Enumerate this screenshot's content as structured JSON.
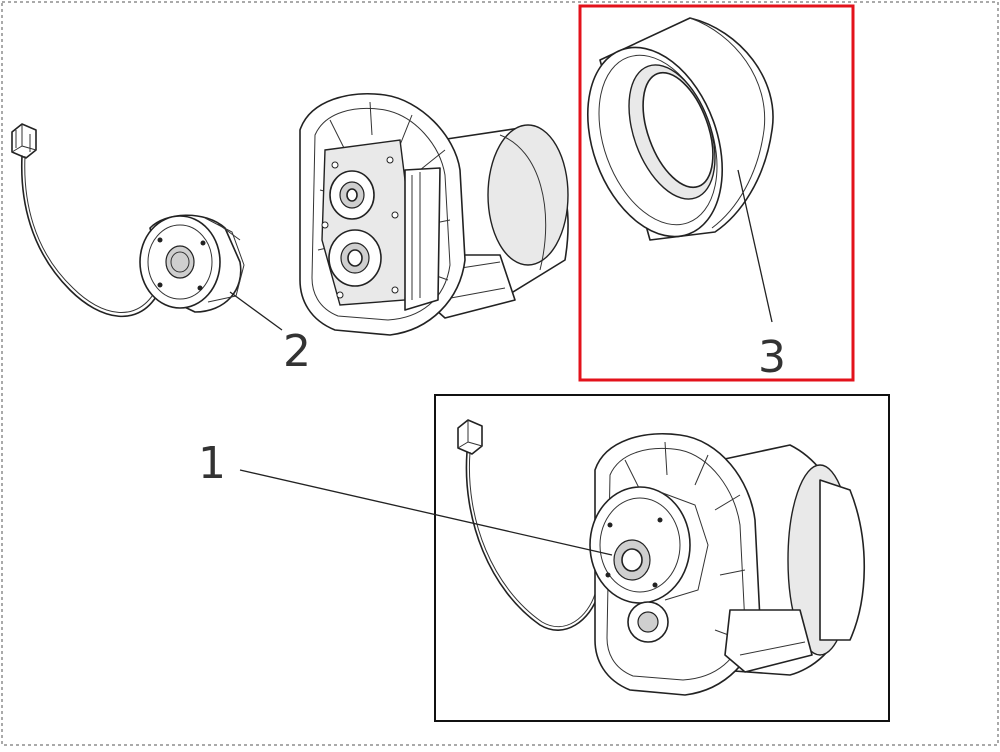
{
  "callouts": {
    "part1": "1",
    "part2": "2",
    "part3": "3"
  },
  "colors": {
    "highlight_box": "#e3121b",
    "assembly_box": "#111111",
    "line_art": "#222222",
    "border_dash": "#555555"
  }
}
